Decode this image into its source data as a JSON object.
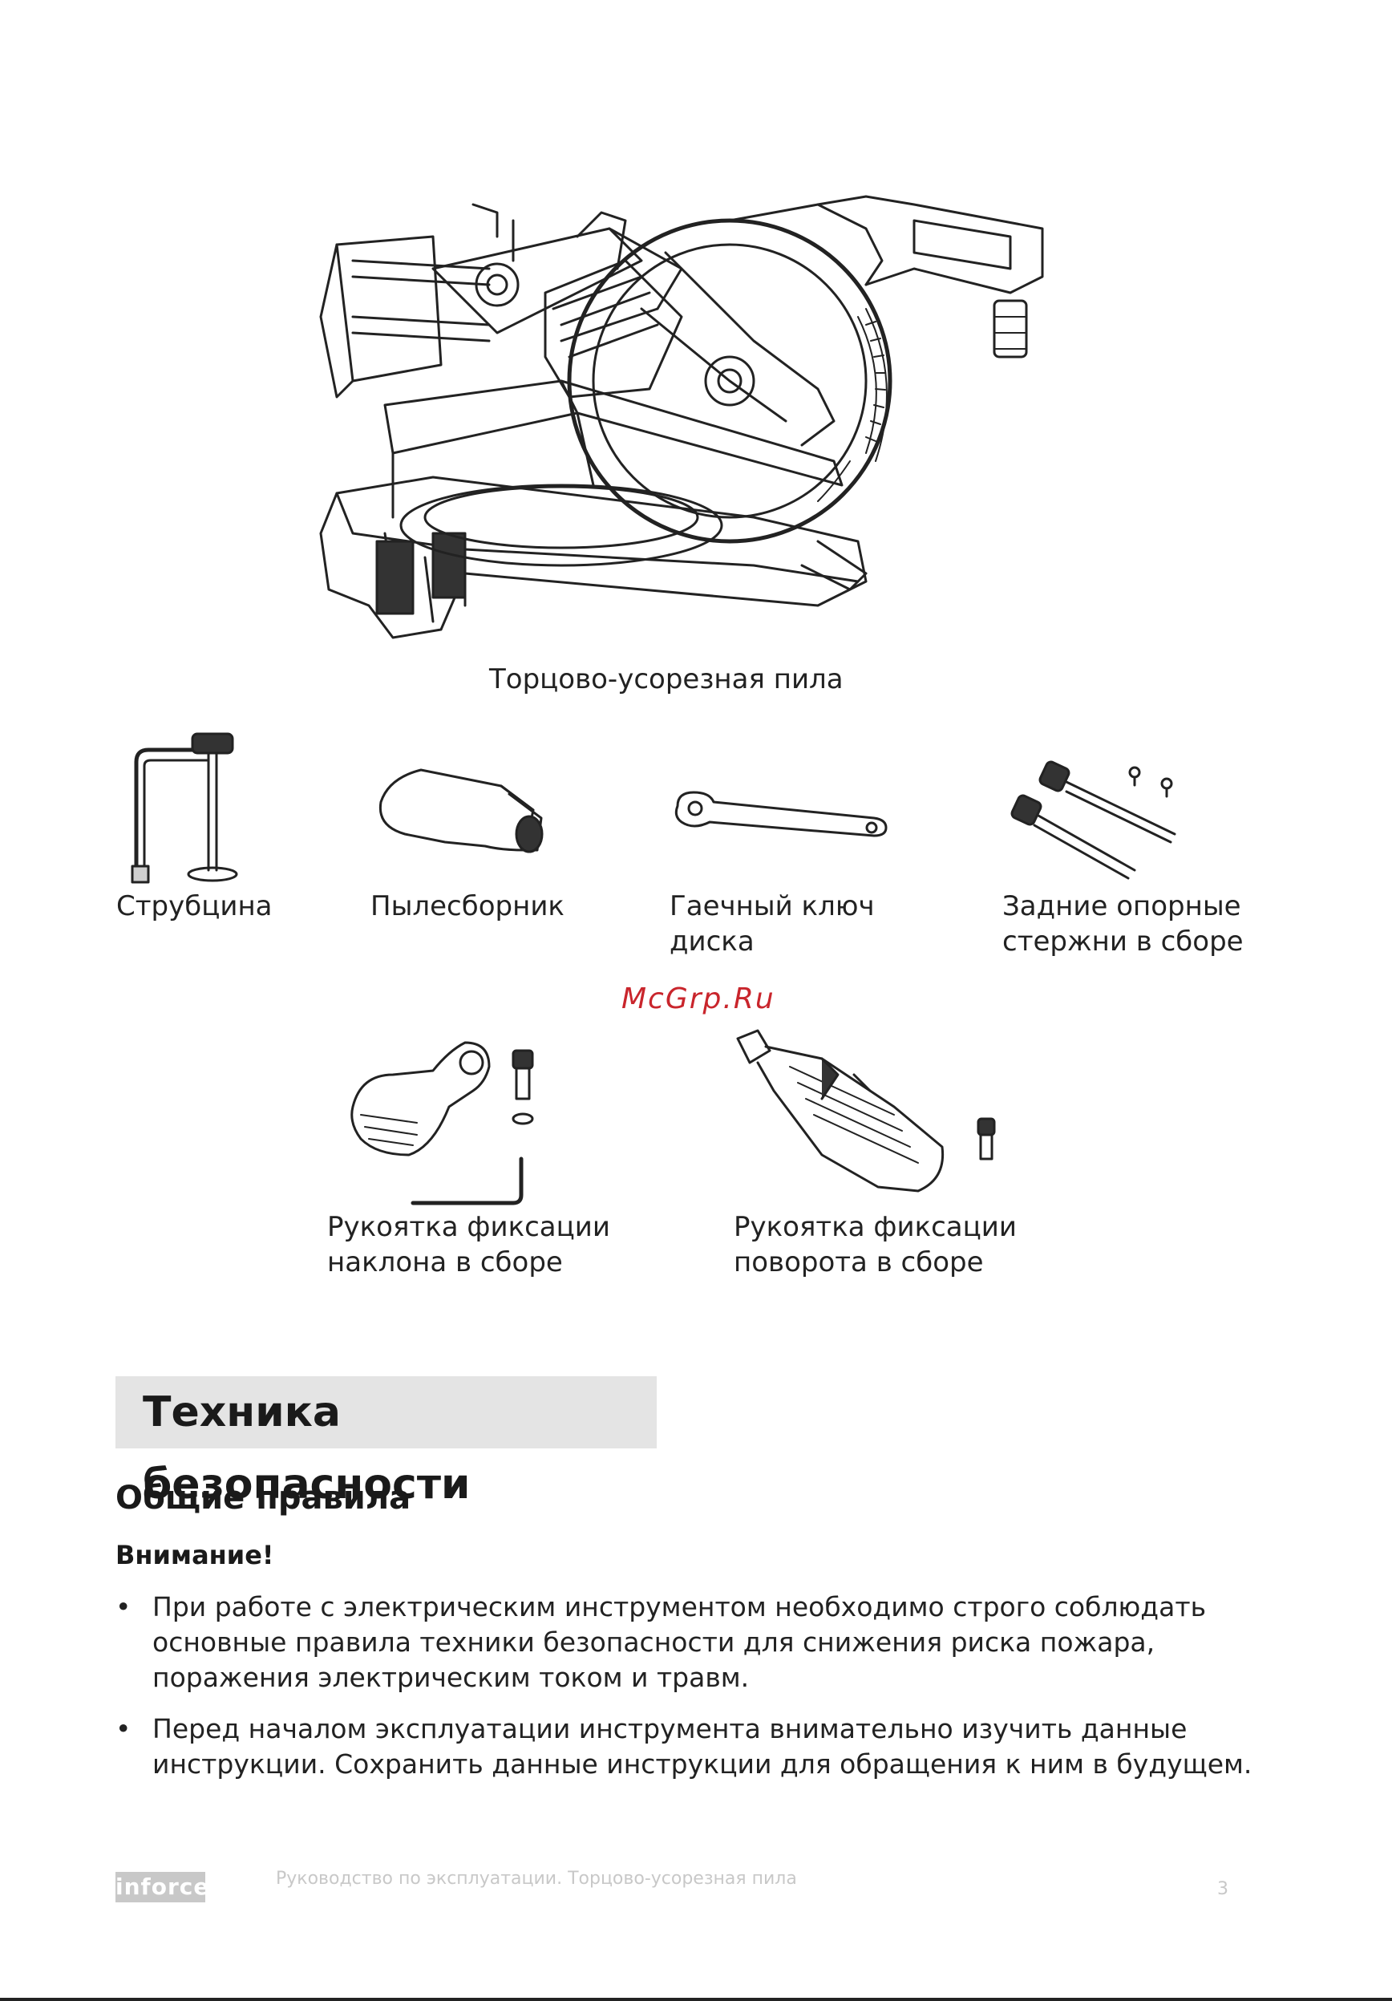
{
  "main_figure": {
    "caption": "Торцово-усорезная пила"
  },
  "accessories_row1": [
    {
      "caption_lines": [
        "Струбцина"
      ]
    },
    {
      "caption_lines": [
        "Пылесборник"
      ]
    },
    {
      "caption_lines": [
        "Гаечный ключ",
        "диска"
      ]
    },
    {
      "caption_lines": [
        "Задние опорные",
        "стержни в сборе"
      ]
    }
  ],
  "watermark": "McGrp.Ru",
  "accessories_row2": [
    {
      "caption_lines": [
        "Рукоятка фиксации",
        "наклона в сборе"
      ]
    },
    {
      "caption_lines": [
        "Рукоятка фиксации",
        "поворота в сборе"
      ]
    }
  ],
  "section": {
    "title": "Техника безопасности",
    "subtitle": "Общие правила",
    "warning_label": "Внимание!",
    "bullets": [
      [
        "При работе с электрическим инструментом необходимо строго соблюдать",
        "основные правила техники безопасности для снижения риска пожара,",
        "поражения электрическим током и травм."
      ],
      [
        "Перед началом эксплуатации инструмента внимательно изучить данные",
        "инструкции. Сохранить данные инструкции для обращения к ним в будущем."
      ]
    ],
    "bullet_symbol": "•"
  },
  "footer": {
    "logo": "inforce",
    "text": "Руководство по эксплуатации. Торцово-усорезная пила",
    "page": "3"
  }
}
